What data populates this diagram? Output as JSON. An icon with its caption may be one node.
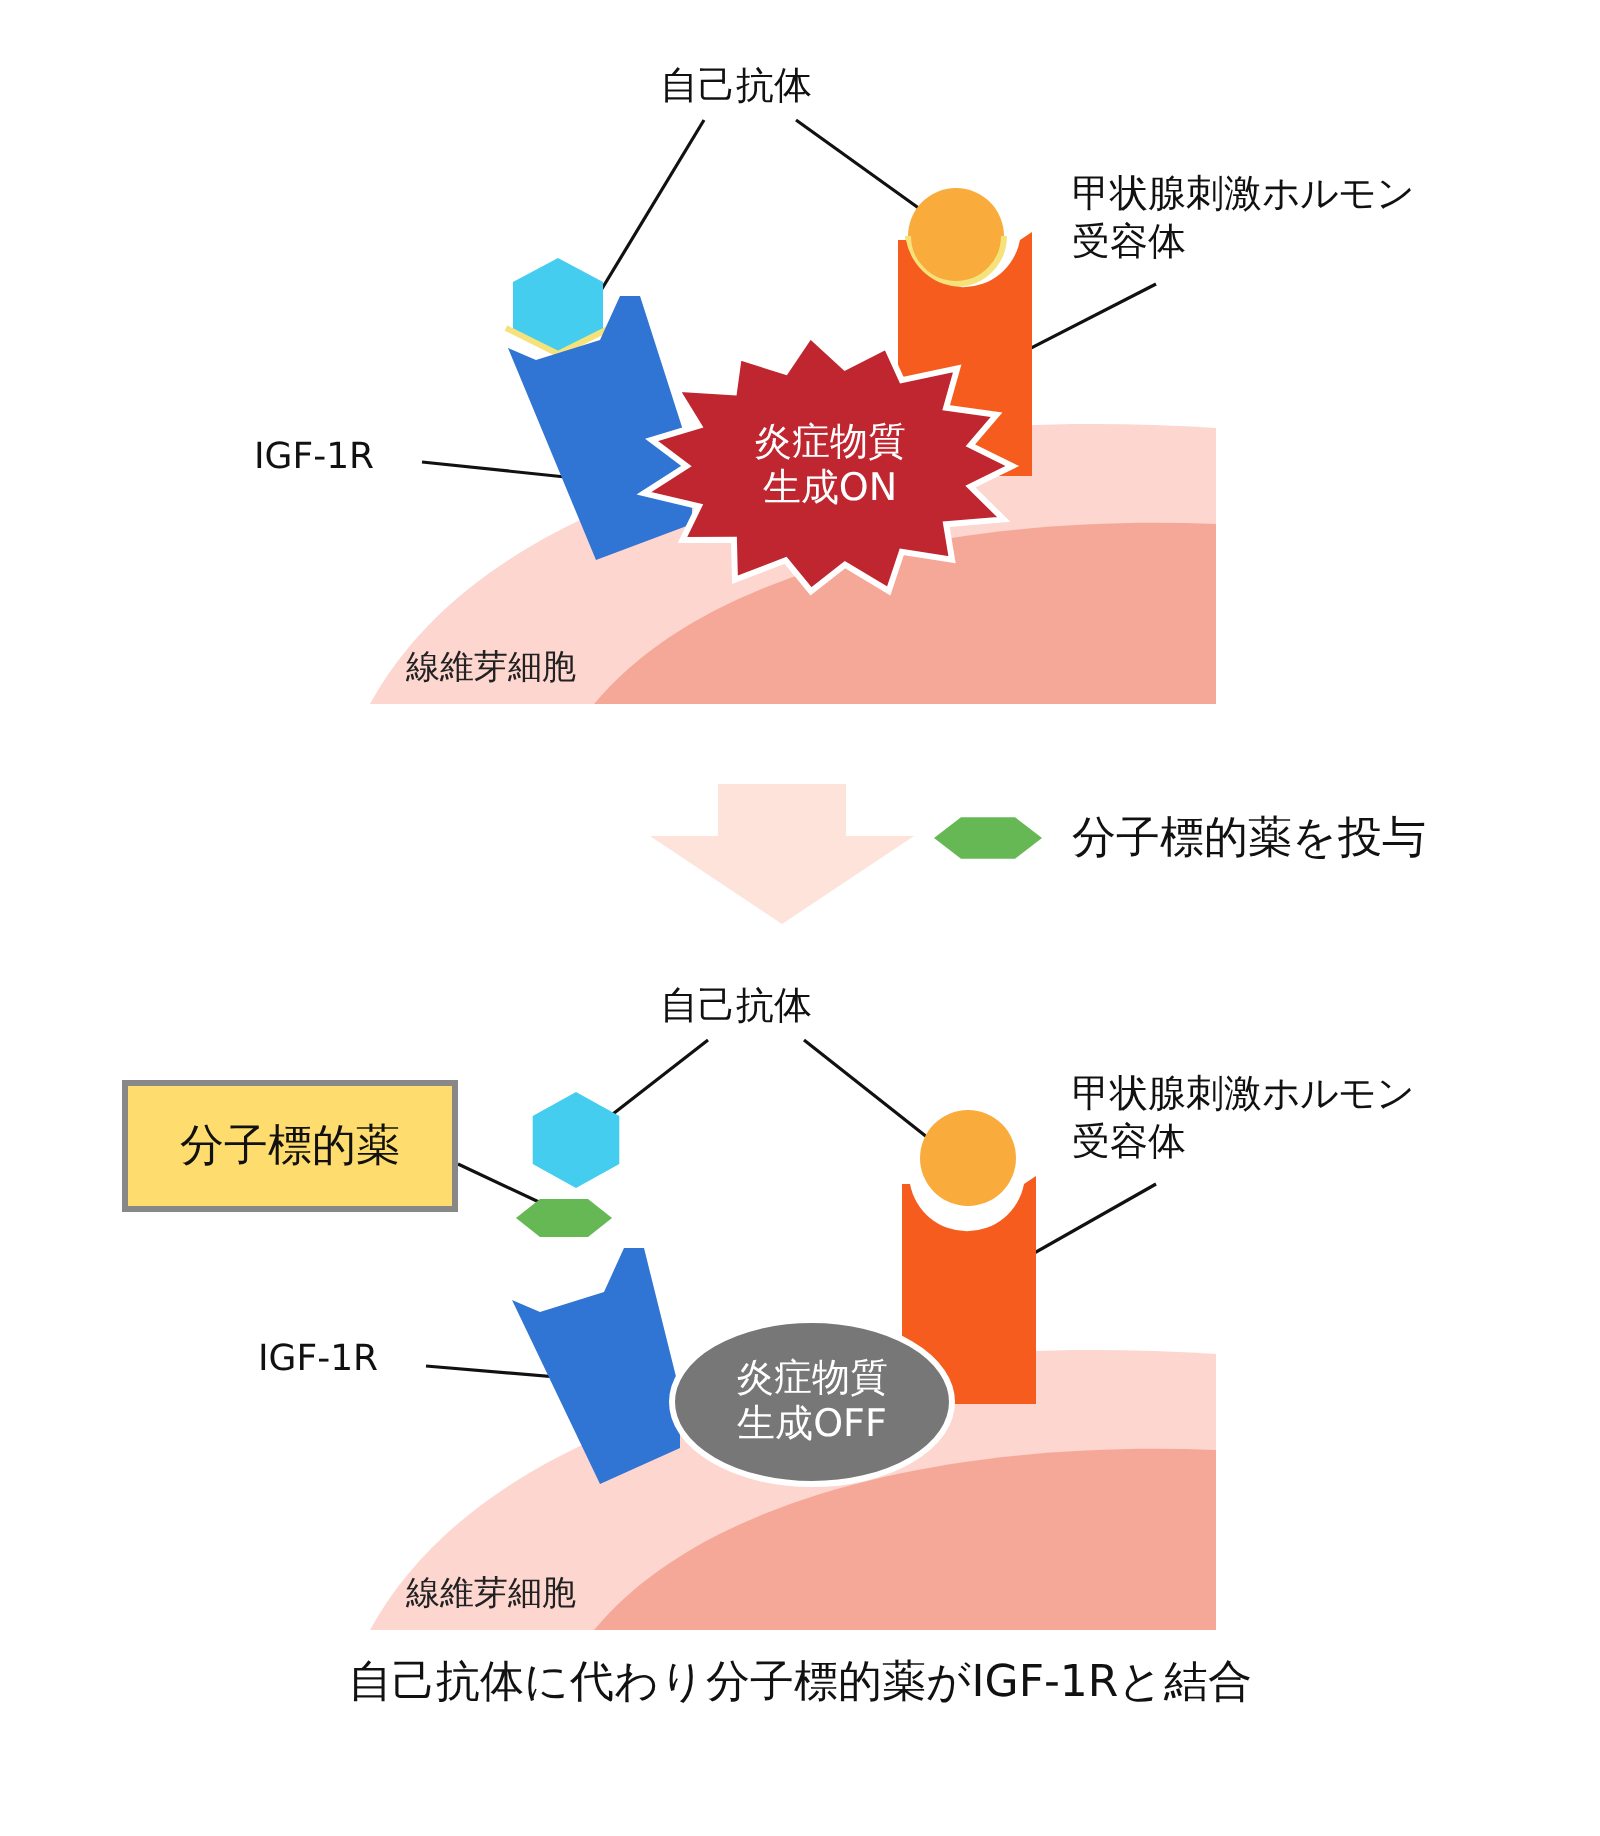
{
  "diagram": {
    "caption": "自己抗体に代わり分子標的薬がIGF-1Rと結合",
    "nodes": [
      {
        "text": [
          "自己抗体"
        ]
      },
      {
        "text": [],
        "shape": "hexagon"
      },
      {
        "text": [],
        "shape": "circle"
      },
      {
        "text": [
          "甲状腺刺激ホルモン受容体"
        ]
      },
      {
        "text": [],
        "shape": "bar"
      },
      {
        "text": [
          "IGF-1R"
        ]
      },
      {
        "text": [],
        "shape": "bar"
      },
      {
        "text": [
          "炎症物質生成ON"
        ]
      },
      {
        "text": [
          "線維芽細胞"
        ]
      },
      {
        "text": [
          "自己抗体"
        ]
      },
      {
        "text": [],
        "shape": "hexagon"
      },
      {
        "text": [],
        "shape": "circle"
      },
      {
        "text": [
          "甲状腺刺激ホルモン受容体"
        ]
      },
      {
        "text": [],
        "shape": "bar"
      },
      {
        "text": [
          "分子標的薬"
        ]
      },
      {
        "text": [],
        "shape": "hexagon"
      },
      {
        "text": [
          "IGF-1R"
        ]
      },
      {
        "text": [],
        "shape": "bar"
      },
      {
        "text": [
          "炎症物質生成OFF"
        ]
      },
      {
        "text": [
          "線維芽細胞"
        ]
      }
    ],
    "edges": [
      {
        "from": 0,
        "to": 1,
        "arrow": "none"
      },
      {
        "from": 0,
        "to": 2,
        "arrow": "none"
      },
      {
        "from": 3,
        "to": 4,
        "arrow": "none"
      },
      {
        "from": 5,
        "to": 6,
        "arrow": "none"
      },
      {
        "from": 9,
        "to": 10,
        "arrow": "none"
      },
      {
        "from": 9,
        "to": 11,
        "arrow": "none"
      },
      {
        "from": 12,
        "to": 13,
        "arrow": "none"
      },
      {
        "from": 14,
        "to": 15,
        "arrow": "none"
      },
      {
        "from": 16,
        "to": 17,
        "arrow": "none"
      }
    ],
    "legend": [
      {
        "text": "分子標的薬を投与",
        "color": "#66b855"
      }
    ]
  }
}
